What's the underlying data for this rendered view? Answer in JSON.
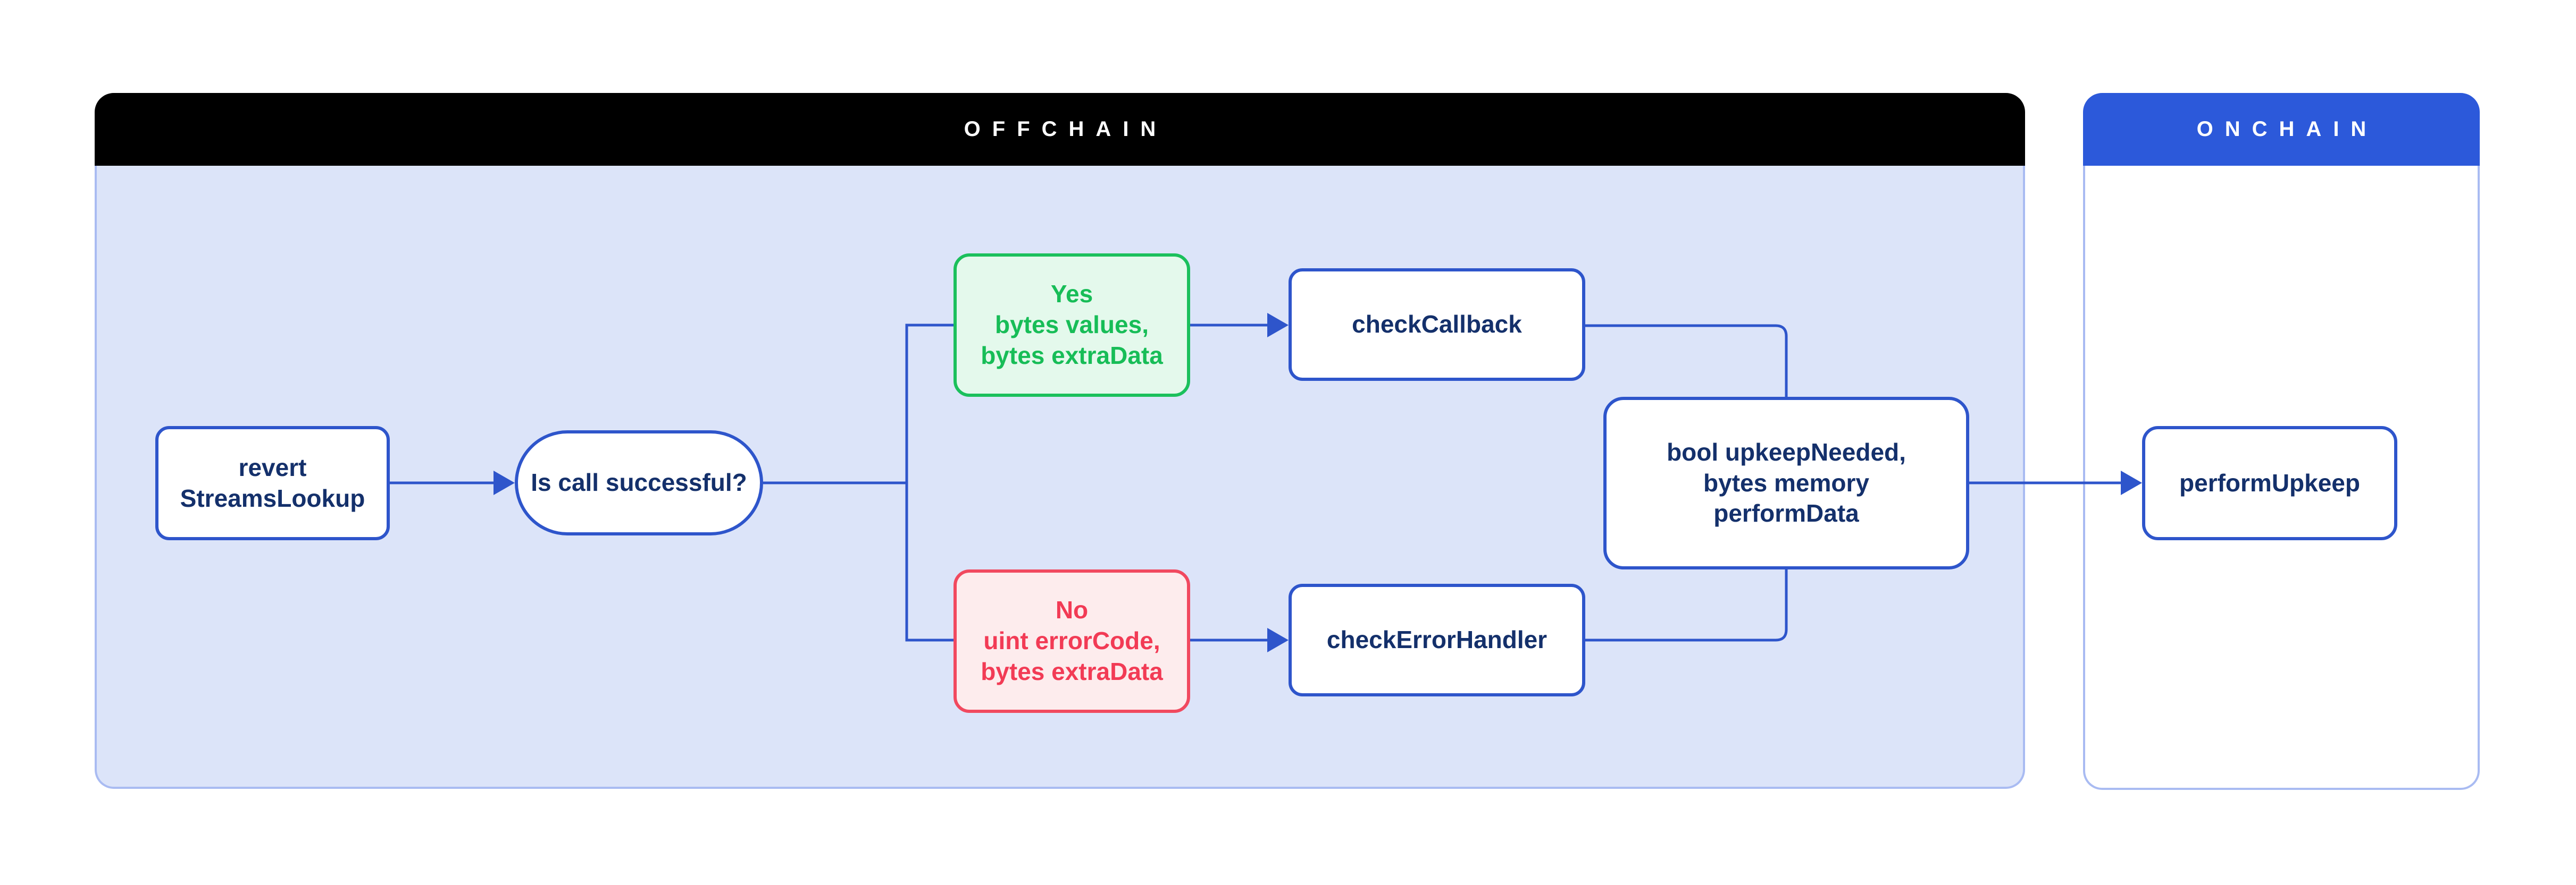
{
  "diagram": {
    "offchain": {
      "title": "OFFCHAIN"
    },
    "onchain": {
      "title": "ONCHAIN"
    },
    "nodes": {
      "revert": {
        "label": "revert\nStreamsLookup"
      },
      "decision": {
        "label": "Is call successful?"
      },
      "yes_branch": {
        "label": "Yes\nbytes values,\nbytes extraData"
      },
      "no_branch": {
        "label": "No\nuint errorCode,\nbytes extraData"
      },
      "check_callback": {
        "label": "checkCallback"
      },
      "check_error_handler": {
        "label": "checkErrorHandler"
      },
      "upkeep_result": {
        "label": "bool upkeepNeeded,\nbytes memory\nperformData"
      },
      "perform_upkeep": {
        "label": "performUpkeep"
      }
    },
    "colors": {
      "accent_blue": "#2E55CB",
      "navy_text": "#14306B",
      "panel_bg": "#DCE4F9",
      "panel_border": "#A9BBF2",
      "offchain_header_bg": "#000000",
      "onchain_header_bg": "#2C59DA",
      "header_text": "#FFFFFF",
      "green_border": "#1BC05C",
      "green_text": "#17BD57",
      "green_bg": "#E4F9EC",
      "red_border": "#F1495F",
      "red_text": "#F23B55",
      "red_bg": "#FDECED",
      "node_bg": "#FFFFFF"
    }
  }
}
